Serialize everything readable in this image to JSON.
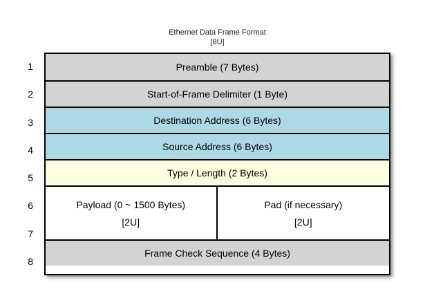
{
  "title": {
    "line1": "Ethernet Data Frame Format",
    "line2": "[8U]"
  },
  "colors": {
    "gray": "#d3d3d3",
    "blue": "#add8e6",
    "yellow": "#fffee0",
    "white": "#ffffff",
    "border": "#000000"
  },
  "diagram": {
    "row_numbers": [
      "1",
      "2",
      "3",
      "4",
      "5",
      "6",
      "7",
      "8"
    ],
    "rows": [
      {
        "label": "Preamble (7 Bytes)",
        "fill": "gray"
      },
      {
        "label": "Start-of-Frame Delimiter (1 Byte)",
        "fill": "gray"
      },
      {
        "label": "Destination Address (6 Bytes)",
        "fill": "blue"
      },
      {
        "label": "Source Address (6 Bytes)",
        "fill": "blue"
      },
      {
        "label": "Type / Length (2 Bytes)",
        "fill": "yellow"
      }
    ],
    "payload_row": {
      "fill": "white",
      "cells": [
        {
          "line1": "Payload (0 ~ 1500 Bytes)",
          "line2": "[2U]"
        },
        {
          "line1": "Pad (if necessary)",
          "line2": "[2U]"
        }
      ]
    },
    "footer_row": {
      "label": "Frame Check Sequence (4 Bytes)",
      "fill": "gray"
    }
  }
}
